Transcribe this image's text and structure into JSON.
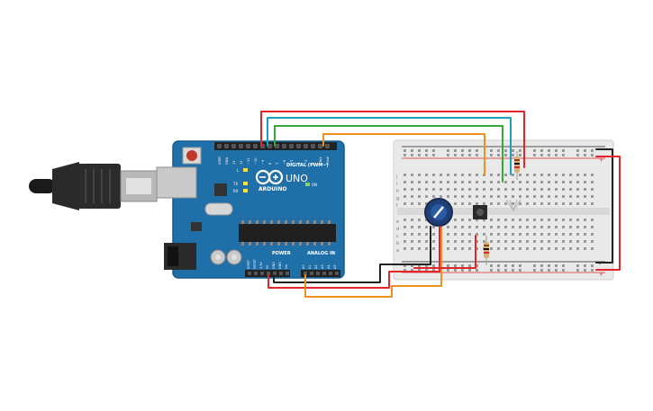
{
  "arduino": {
    "brand": "ARDUINO",
    "model": "UNO",
    "digital_label": "DIGITAL (PWM~)",
    "power_label": "POWER",
    "analog_label": "ANALOG IN",
    "pin_on": "ON",
    "pin_l": "L",
    "pin_tx": "TX",
    "pin_rx": "RX",
    "digital_pins": [
      "AREF",
      "GND",
      "13",
      "12",
      "~11",
      "~10",
      "~9",
      "8",
      "7",
      "~6",
      "~5",
      "4",
      "~3",
      "2",
      "TX▸1",
      "RX◂0"
    ],
    "power_pins": [
      "IOREF",
      "RESET",
      "3.3V",
      "5V",
      "GND",
      "GND",
      "Vin"
    ],
    "analog_pins": [
      "A0",
      "A1",
      "A2",
      "A3",
      "A4",
      "A5"
    ]
  },
  "breadboard": {
    "row_letters_top": [
      "j",
      "i",
      "h",
      "g",
      "f"
    ],
    "row_letters_bottom": [
      "e",
      "d",
      "c",
      "b",
      "a"
    ],
    "rail_plus": "+",
    "rail_minus": "-"
  },
  "colors": {
    "board": "#1f6fa8",
    "board_dark": "#155a8a",
    "wire_red": "#e0262b",
    "wire_black": "#222222",
    "wire_green": "#3aa53a",
    "wire_teal": "#1aa3b8",
    "wire_orange": "#f0901e",
    "breadboard": "#e9e9e9"
  }
}
